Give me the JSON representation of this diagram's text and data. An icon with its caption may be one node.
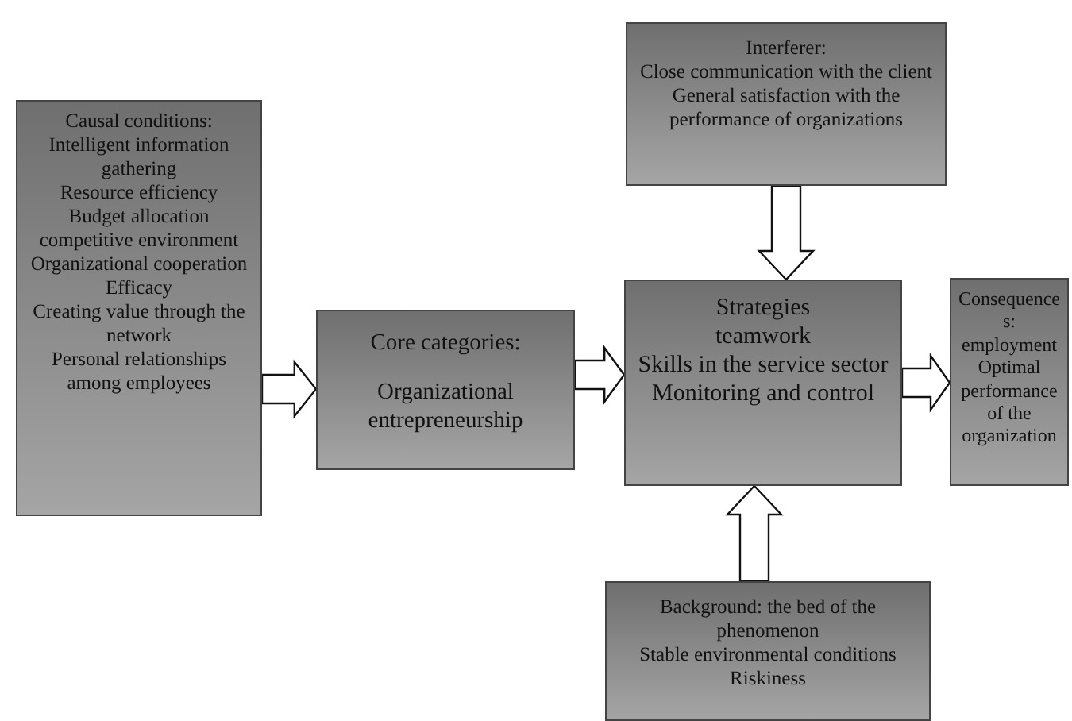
{
  "diagram": {
    "nodes": [
      {
        "text": [
          "Causal conditions:",
          "Intelligent information gathering",
          "Resource efficiency",
          "Budget allocation",
          "competitive environment",
          "Organizational cooperation",
          "Efficacy",
          "Creating value through the network",
          "Personal relationships among employees"
        ]
      },
      {
        "text": [
          "Core categories:",
          "Organizational entrepreneurship"
        ]
      },
      {
        "text": [
          "Strategies",
          "teamwork",
          "Skills in the service sector",
          "Monitoring and control"
        ]
      },
      {
        "text": [
          "Consequences:",
          "employment",
          "Optimal performance of the organization"
        ]
      },
      {
        "text": [
          "Interferer:",
          "Close communication with the client",
          "General satisfaction with the performance of organizations"
        ]
      },
      {
        "text": [
          "Background: the bed of the phenomenon",
          "Stable environmental conditions",
          "Riskiness"
        ]
      }
    ],
    "edges": [
      {
        "from": 0,
        "to": 1,
        "arrow": "to"
      },
      {
        "from": 1,
        "to": 2,
        "arrow": "to"
      },
      {
        "from": 2,
        "to": 3,
        "arrow": "to"
      },
      {
        "from": 4,
        "to": 2,
        "arrow": "to"
      },
      {
        "from": 5,
        "to": 2,
        "arrow": "to"
      }
    ]
  }
}
